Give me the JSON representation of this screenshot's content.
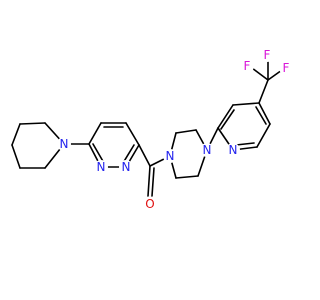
{
  "structure": {
    "atoms": [
      {
        "id": "N_pip",
        "label": "N",
        "color": "#2424ee"
      },
      {
        "id": "N_pdz1",
        "label": "N",
        "color": "#2424ee"
      },
      {
        "id": "N_pdz2",
        "label": "N",
        "color": "#2424ee"
      },
      {
        "id": "O_co",
        "label": "O",
        "color": "#e01010"
      },
      {
        "id": "N_pz1",
        "label": "N",
        "color": "#2424ee"
      },
      {
        "id": "N_pz4",
        "label": "N",
        "color": "#2424ee"
      },
      {
        "id": "N_py",
        "label": "N",
        "color": "#2424ee"
      },
      {
        "id": "F1",
        "label": "F",
        "color": "#d816d8"
      },
      {
        "id": "F2",
        "label": "F",
        "color": "#d816d8"
      },
      {
        "id": "F3",
        "label": "F",
        "color": "#d816d8"
      }
    ]
  }
}
